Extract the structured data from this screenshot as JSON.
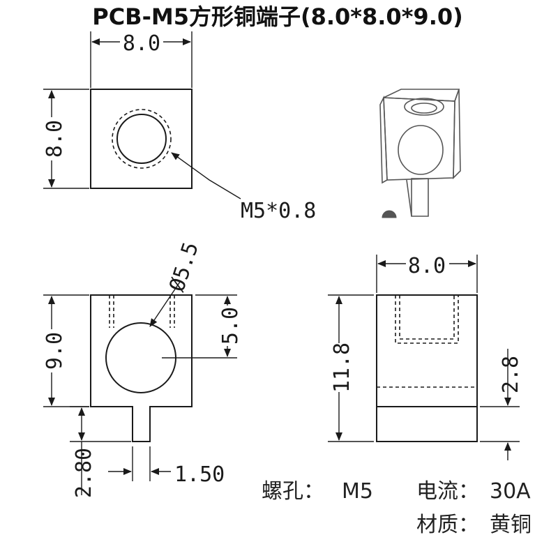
{
  "title": "PCB-M5方形铜端子(8.0*8.0*9.0)",
  "top_view": {
    "width_label": "8.0",
    "height_label": "8.0",
    "thread_label": "M5*0.8"
  },
  "front_view": {
    "diameter_label": "Ø5.5",
    "height_label": "9.0",
    "hole_center_label": "5.0",
    "pin_length_label": "2.80",
    "pin_width_label": "1.50"
  },
  "side_view": {
    "width_label": "8.0",
    "total_height_label": "11.8",
    "base_height_label": "2.8"
  },
  "specs": {
    "hole_label": "螺孔：",
    "hole_value": "M5",
    "current_label": "电流：",
    "current_value": "30A",
    "material_label": "材质：",
    "material_value": "黄铜"
  }
}
